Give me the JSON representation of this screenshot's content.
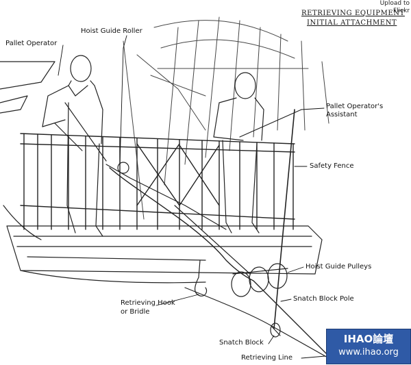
{
  "title": {
    "line1": "RETRIEVING EQUIPMENT",
    "line2": "INITIAL ATTACHMENT"
  },
  "upload_badge": {
    "line1": "Upload to",
    "line2": "Flickr"
  },
  "labels": {
    "pallet_operator": "Pallet Operator",
    "hoist_guide_roller": "Hoist Guide Roller",
    "pallet_operators_assistant_1": "Pallet Operator's",
    "pallet_operators_assistant_2": "Assistant",
    "safety_fence": "Safety Fence",
    "hoist_guide_pulleys": "Hoist Guide Pulleys",
    "snatch_block_pole": "Snatch Block Pole",
    "retrieving_hook_1": "Retrieving Hook",
    "retrieving_hook_2": "or Bridle",
    "snatch_block": "Snatch Block",
    "retrieving_line": "Retrieving Line"
  },
  "watermark": {
    "line1": "IHAO論壇",
    "line2": "www.ihao.org"
  }
}
